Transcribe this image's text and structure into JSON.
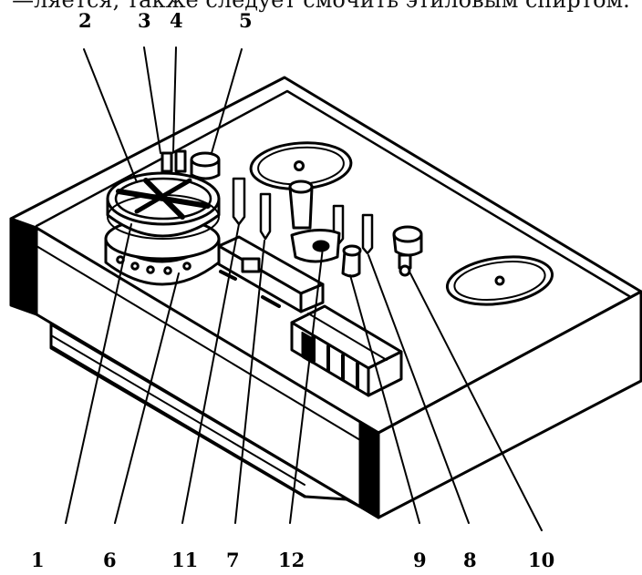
{
  "caption": "—ляется, также следует смочить этиловым спиртом.",
  "top_labels": [
    "2",
    "3",
    "4",
    "5"
  ],
  "bottom_labels": [
    "1",
    "6",
    "11",
    "7",
    "12",
    "9",
    "8",
    "10"
  ],
  "colors": {
    "ink": "#000000",
    "paper": "#ffffff"
  }
}
